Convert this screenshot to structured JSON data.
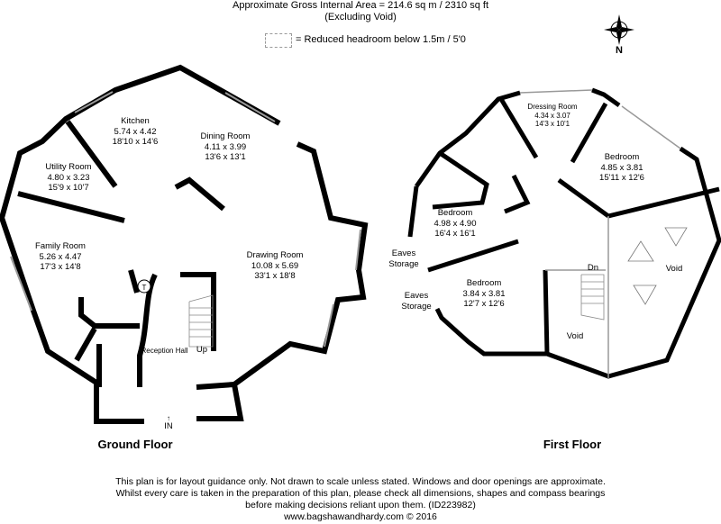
{
  "header": {
    "area_line": "Approximate Gross Internal Area = 214.6 sq m / 2310 sq ft",
    "excluding": "(Excluding Void)",
    "legend_text": "= Reduced headroom below 1.5m / 5'0"
  },
  "compass": {
    "north_label": "N"
  },
  "ground_floor": {
    "title": "Ground Floor",
    "entrance": "IN",
    "stairs": "Up",
    "rooms": [
      {
        "name": "Kitchen",
        "metric": "5.74 x 4.42",
        "imperial": "18'10 x 14'6"
      },
      {
        "name": "Dining Room",
        "metric": "4.11 x 3.99",
        "imperial": "13'6 x 13'1"
      },
      {
        "name": "Utility Room",
        "metric": "4.80 x 3.23",
        "imperial": "15'9 x 10'7"
      },
      {
        "name": "Family Room",
        "metric": "5.26 x 4.47",
        "imperial": "17'3 x 14'8"
      },
      {
        "name": "Drawing Room",
        "metric": "10.08 x 5.69",
        "imperial": "33'1 x 18'8"
      },
      {
        "name": "Reception Hall"
      }
    ],
    "tank_label": "T"
  },
  "first_floor": {
    "title": "First Floor",
    "stairs": "Dn",
    "rooms": [
      {
        "name": "Dressing Room",
        "metric": "4.34 x 3.07",
        "imperial": "14'3 x 10'1"
      },
      {
        "name": "Bedroom",
        "metric": "4.85 x 3.81",
        "imperial": "15'11 x 12'6"
      },
      {
        "name": "Bedroom",
        "metric": "4.98 x 4.90",
        "imperial": "16'4 x 16'1"
      },
      {
        "name": "Bedroom",
        "metric": "3.84 x 3.81",
        "imperial": "12'7 x 12'6"
      }
    ],
    "eaves": [
      "Eaves",
      "Storage"
    ],
    "void_label": "Void"
  },
  "disclaimer": [
    "This plan is for layout guidance only. Not drawn to scale unless stated. Windows and door openings are approximate.",
    "Whilst every care is taken in the preparation of this plan, please check all dimensions, shapes and compass bearings",
    "before making decisions reliant upon them. (ID223982)"
  ],
  "website": "www.bagshawandhardy.com © 2016"
}
